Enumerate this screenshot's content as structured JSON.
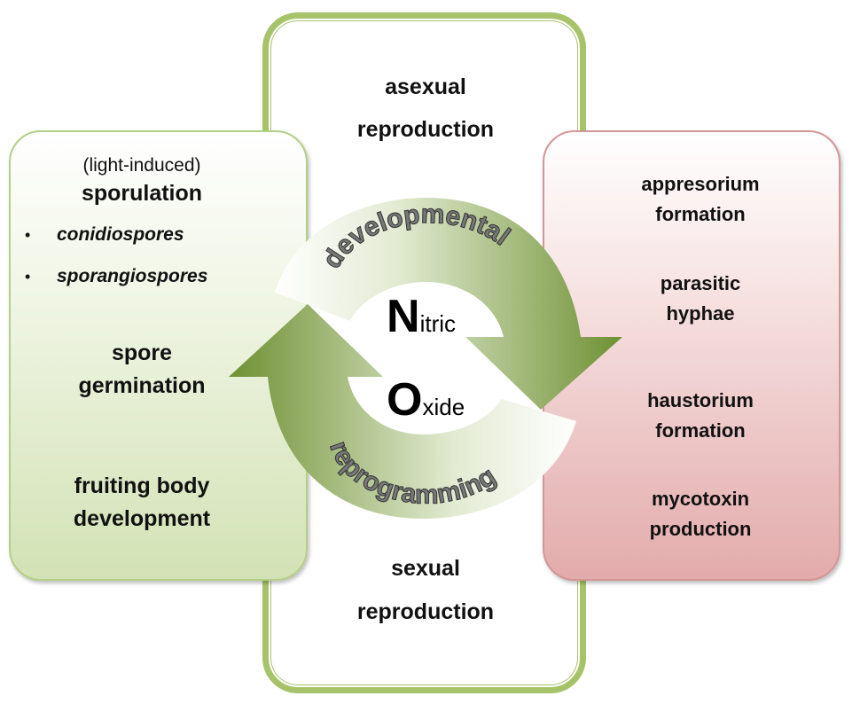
{
  "center_box": {
    "top_line1": "asexual",
    "top_line2": "reproduction",
    "bottom_line1": "sexual",
    "bottom_line2": "reproduction"
  },
  "left_box": {
    "subtitle": "(light-induced)",
    "title": "sporulation",
    "bullets": [
      "conidiospores",
      "sporangiospores"
    ],
    "item2_line1": "spore",
    "item2_line2": "germination",
    "item3_line1": "fruiting body",
    "item3_line2": "development"
  },
  "right_box": {
    "item1_line1": "appresorium",
    "item1_line2": "formation",
    "item2_line1": "parasitic",
    "item2_line2": "hyphae",
    "item3_line1": "haustorium",
    "item3_line2": "formation",
    "item4_line1": "mycotoxin",
    "item4_line2": "production"
  },
  "cycle": {
    "arc_top_label": "developmental",
    "arc_bottom_label": "reprogramming",
    "word1_initial": "N",
    "word1_rest": "itric",
    "word2_initial": "O",
    "word2_rest": "xide"
  },
  "colors": {
    "center_border": "#a6c36a",
    "left_fill": "#d3e2b5",
    "right_fill": "#e3abab",
    "arrow_green": "#6f9134"
  }
}
